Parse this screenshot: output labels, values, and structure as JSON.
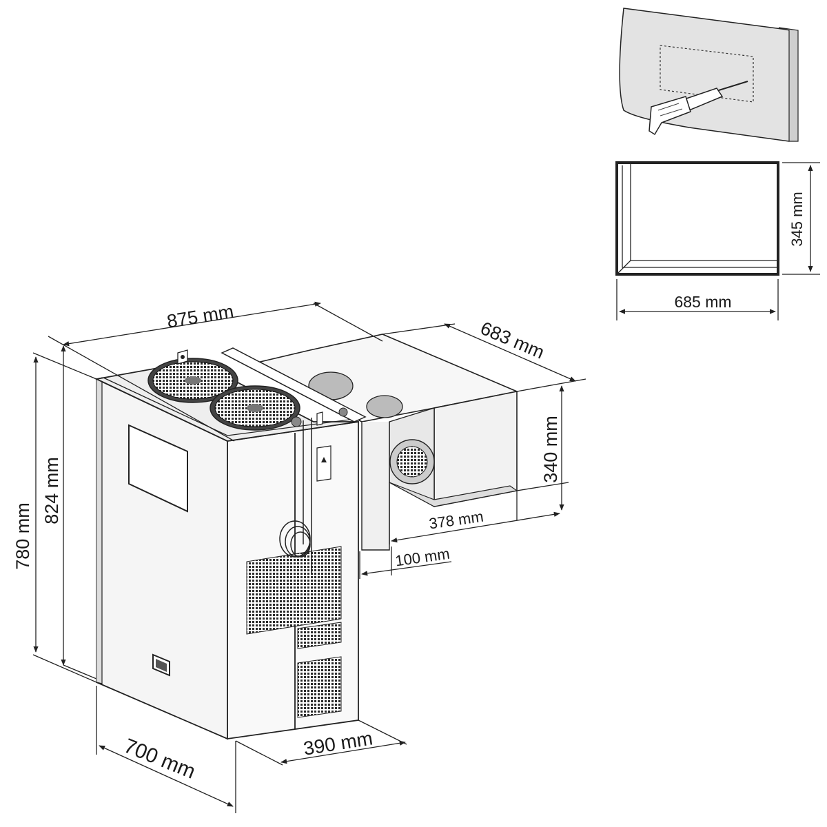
{
  "dimensions": {
    "width_top": "875 mm",
    "depth_top": "683 mm",
    "height_outer": "780 mm",
    "height_inner": "824 mm",
    "evaporator_height": "340 mm",
    "evaporator_depth": "378 mm",
    "wall_gap": "100 mm",
    "base_width": "700 mm",
    "base_depth": "390 mm",
    "cutout_height": "345 mm",
    "cutout_width": "685 mm"
  },
  "colors": {
    "line": "#222222",
    "panel": "#f4f4f4",
    "wall": "#e3e3e3",
    "grille": "#333333"
  }
}
